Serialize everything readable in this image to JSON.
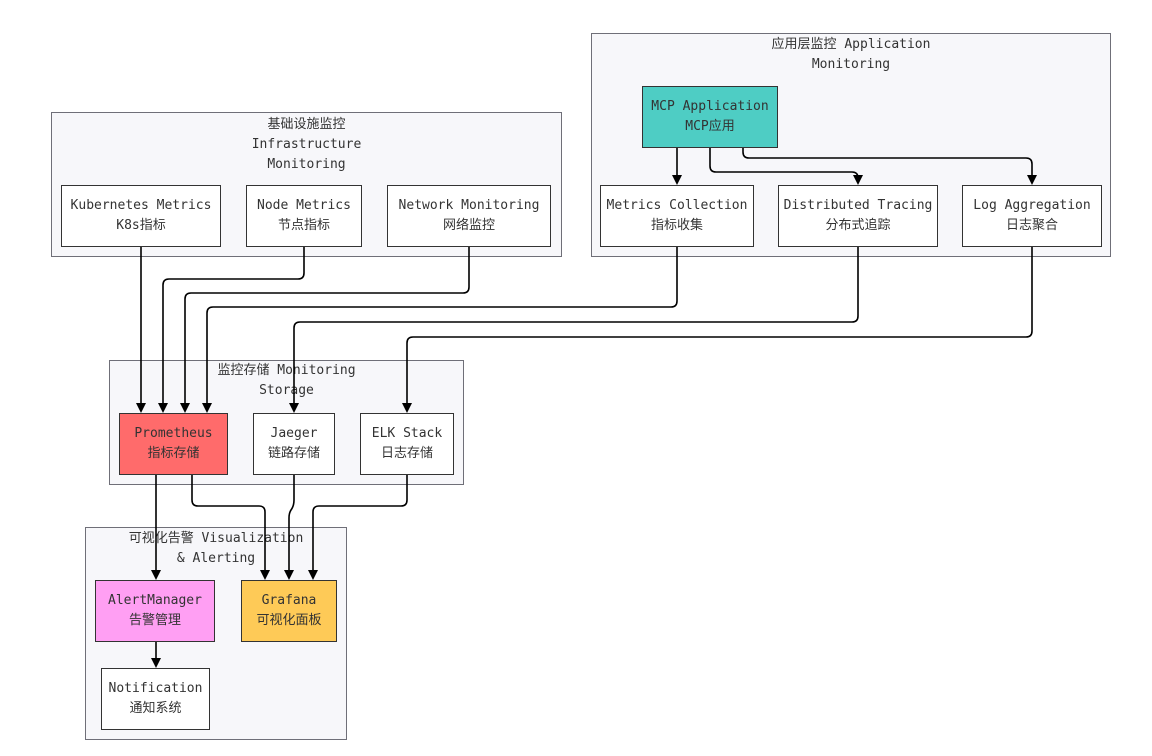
{
  "groups": {
    "infrastructure": {
      "title_line1": "基础设施监控",
      "title_line2": "Infrastructure",
      "title_line3": "Monitoring"
    },
    "application": {
      "title_line1": "应用层监控 Application",
      "title_line2": "Monitoring"
    },
    "storage": {
      "title_line1": "监控存储 Monitoring",
      "title_line2": "Storage"
    },
    "visualization": {
      "title_line1": "可视化告警 Visualization",
      "title_line2": "& Alerting"
    }
  },
  "nodes": {
    "kubernetes_metrics": {
      "label": "Kubernetes Metrics",
      "sublabel": "K8s指标"
    },
    "node_metrics": {
      "label": "Node Metrics",
      "sublabel": "节点指标"
    },
    "network_monitoring": {
      "label": "Network Monitoring",
      "sublabel": "网络监控"
    },
    "mcp_application": {
      "label": "MCP Application",
      "sublabel": "MCP应用"
    },
    "metrics_collection": {
      "label": "Metrics Collection",
      "sublabel": "指标收集"
    },
    "distributed_tracing": {
      "label": "Distributed Tracing",
      "sublabel": "分布式追踪"
    },
    "log_aggregation": {
      "label": "Log Aggregation",
      "sublabel": "日志聚合"
    },
    "prometheus": {
      "label": "Prometheus",
      "sublabel": "指标存储"
    },
    "jaeger": {
      "label": "Jaeger",
      "sublabel": "链路存储"
    },
    "elk_stack": {
      "label": "ELK Stack",
      "sublabel": "日志存储"
    },
    "alertmanager": {
      "label": "AlertManager",
      "sublabel": "告警管理"
    },
    "grafana": {
      "label": "Grafana",
      "sublabel": "可视化面板"
    },
    "notification": {
      "label": "Notification",
      "sublabel": "通知系统"
    }
  },
  "colors": {
    "mcp_application_fill": "#4ecdc4",
    "prometheus_fill": "#ff6b6b",
    "alertmanager_fill": "#ff9ff3",
    "grafana_fill": "#feca57",
    "group_fill": "#f7f7fa",
    "edge": "#000000"
  },
  "edges": [
    {
      "from": "mcp_application",
      "to": "metrics_collection"
    },
    {
      "from": "mcp_application",
      "to": "distributed_tracing"
    },
    {
      "from": "mcp_application",
      "to": "log_aggregation"
    },
    {
      "from": "kubernetes_metrics",
      "to": "prometheus"
    },
    {
      "from": "node_metrics",
      "to": "prometheus"
    },
    {
      "from": "network_monitoring",
      "to": "prometheus"
    },
    {
      "from": "metrics_collection",
      "to": "prometheus"
    },
    {
      "from": "distributed_tracing",
      "to": "jaeger"
    },
    {
      "from": "log_aggregation",
      "to": "elk_stack"
    },
    {
      "from": "prometheus",
      "to": "alertmanager"
    },
    {
      "from": "prometheus",
      "to": "grafana"
    },
    {
      "from": "jaeger",
      "to": "grafana"
    },
    {
      "from": "elk_stack",
      "to": "grafana"
    },
    {
      "from": "alertmanager",
      "to": "notification"
    }
  ]
}
